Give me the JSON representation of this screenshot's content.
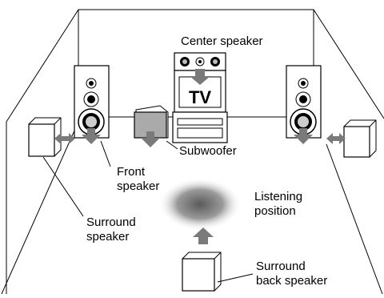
{
  "labels": {
    "center_speaker": "Center speaker",
    "tv": "TV",
    "subwoofer": "Subwoofer",
    "front_speaker_line1": "Front",
    "front_speaker_line2": "speaker",
    "listening_line1": "Listening",
    "listening_line2": "position",
    "surround_line1": "Surround",
    "surround_line2": "speaker",
    "surround_back_line1": "Surround",
    "surround_back_line2": "back speaker"
  },
  "colors": {
    "line": "#000000",
    "arrow": "#7a7a7a",
    "subwoofer_fill": "#aaaaaa",
    "listening_center": "#666666"
  }
}
